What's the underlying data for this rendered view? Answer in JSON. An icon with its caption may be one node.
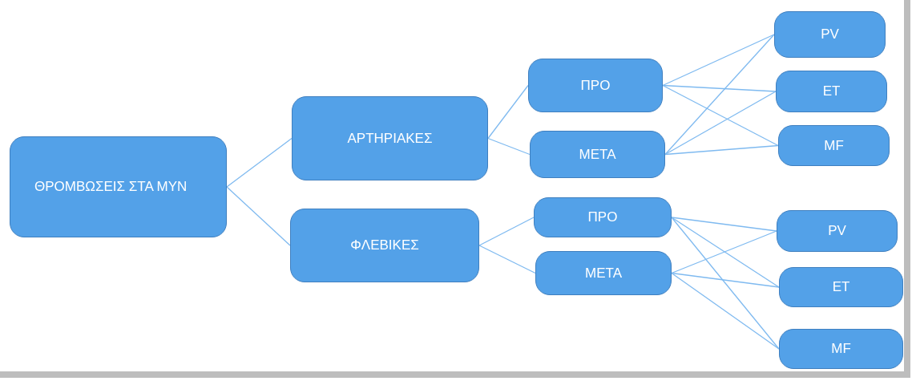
{
  "diagram": {
    "nodes": [
      {
        "text": [
          "ΘΡΟΜΒΩΣΕΙΣ ΣΤΑ ΜΥΝ"
        ]
      },
      {
        "text": [
          "ΑΡΤΗΡΙΑΚΕΣ"
        ]
      },
      {
        "text": [
          "ΦΛΕΒΙΚΕΣ"
        ]
      },
      {
        "text": [
          "ΠΡΟ"
        ]
      },
      {
        "text": [
          "ΜΕΤΑ"
        ]
      },
      {
        "text": [
          "PV"
        ]
      },
      {
        "text": [
          "ET"
        ]
      },
      {
        "text": [
          "MF"
        ]
      },
      {
        "text": [
          "ΠΡΟ"
        ]
      },
      {
        "text": [
          "ΜΕΤΑ"
        ]
      },
      {
        "text": [
          "PV"
        ]
      },
      {
        "text": [
          "ET"
        ]
      },
      {
        "text": [
          "MF"
        ]
      }
    ],
    "edges": [
      {
        "from": 0,
        "to": 1,
        "arrow": "none"
      },
      {
        "from": 0,
        "to": 2,
        "arrow": "none"
      },
      {
        "from": 1,
        "to": 3,
        "arrow": "none"
      },
      {
        "from": 1,
        "to": 4,
        "arrow": "none"
      },
      {
        "from": 3,
        "to": 5,
        "arrow": "none"
      },
      {
        "from": 3,
        "to": 6,
        "arrow": "none"
      },
      {
        "from": 3,
        "to": 7,
        "arrow": "none"
      },
      {
        "from": 4,
        "to": 5,
        "arrow": "none"
      },
      {
        "from": 4,
        "to": 6,
        "arrow": "none"
      },
      {
        "from": 4,
        "to": 7,
        "arrow": "none"
      },
      {
        "from": 2,
        "to": 8,
        "arrow": "none"
      },
      {
        "from": 2,
        "to": 9,
        "arrow": "none"
      },
      {
        "from": 8,
        "to": 10,
        "arrow": "none"
      },
      {
        "from": 8,
        "to": 11,
        "arrow": "none"
      },
      {
        "from": 8,
        "to": 12,
        "arrow": "none"
      },
      {
        "from": 9,
        "to": 10,
        "arrow": "none"
      },
      {
        "from": 9,
        "to": 11,
        "arrow": "none"
      },
      {
        "from": 9,
        "to": 12,
        "arrow": "none"
      }
    ]
  }
}
